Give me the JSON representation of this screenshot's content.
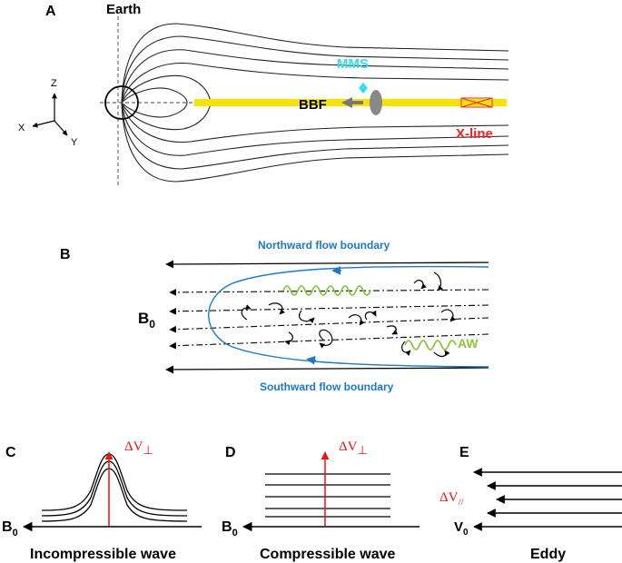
{
  "panel_a": {
    "letter": "A",
    "earth_label": "Earth",
    "mms_label": "MMS",
    "bbf_label": "BBF",
    "xline_label": "X-line",
    "axis_z": "Z",
    "axis_x": "X",
    "axis_y": "Y"
  },
  "panel_b": {
    "letter": "B",
    "north_label": "Northward flow boundary",
    "south_label": "Southward flow boundary",
    "b0_main": "B",
    "b0_sub": "0",
    "aw_label": "AW"
  },
  "panel_c": {
    "letter": "C",
    "dv_main": "ΔV",
    "dv_sub": "⊥",
    "b0_main": "B",
    "b0_sub": "0",
    "caption": "Incompressible wave"
  },
  "panel_d": {
    "letter": "D",
    "dv_main": "ΔV",
    "dv_sub": "⊥",
    "b0_main": "B",
    "b0_sub": "0",
    "caption": "Compressible wave"
  },
  "panel_e": {
    "letter": "E",
    "dv_main": "ΔV",
    "dv_sub": "//",
    "v0_main": "V",
    "v0_sub": "0",
    "caption": "Eddy"
  },
  "colors": {
    "mms": "#33ddee",
    "xline": "#ee2222",
    "boundary": "#1a7ac4",
    "aw": "#8cc63f",
    "plasma_sheet": "#f5e400",
    "bbf": "#888888",
    "dv": "#ee1111"
  }
}
